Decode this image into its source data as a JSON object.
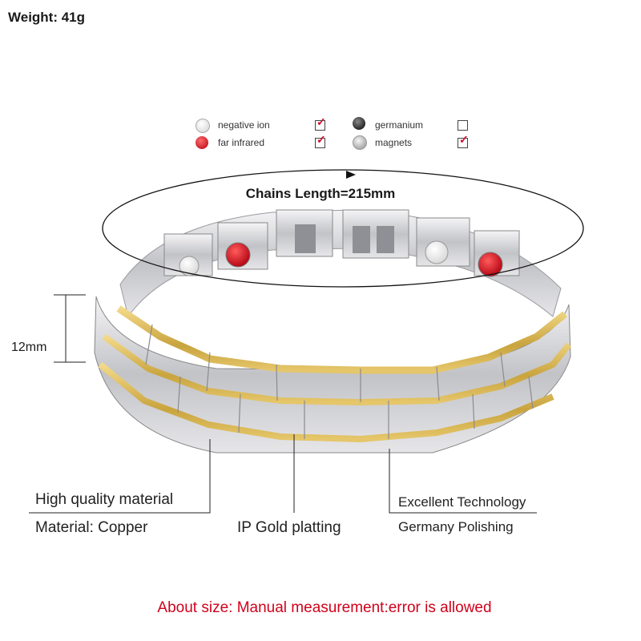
{
  "weight_label": "Weight: 41g",
  "legend": [
    {
      "name": "negative ion",
      "checked": true,
      "dot": "white"
    },
    {
      "name": "far infrared",
      "checked": true,
      "dot": "red"
    },
    {
      "name": "germanium",
      "checked": false,
      "dot": "black"
    },
    {
      "name": "magnets",
      "checked": true,
      "dot": "grey"
    }
  ],
  "chain_length_label": "Chains Length=215mm",
  "width_label": "12mm",
  "callouts": {
    "left_1": "High quality material",
    "left_2": "Material: Copper",
    "middle": "IP Gold platting",
    "right_1": "Excellent Technology",
    "right_2": "Germany Polishing"
  },
  "note": "About size: Manual measurement:error is allowed",
  "colors": {
    "note_red": "#d0021b",
    "check_red": "#c8102e",
    "gold": "#d9b44a",
    "silver": "#c9c9cc"
  }
}
